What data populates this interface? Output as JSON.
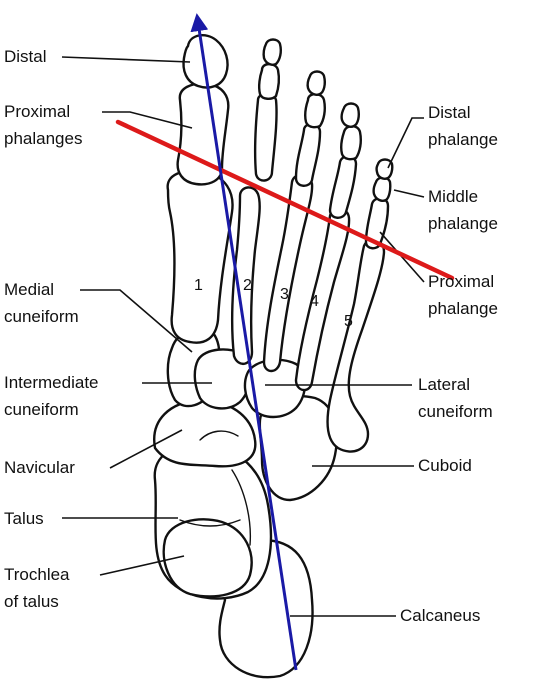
{
  "labels": {
    "distal": "Distal",
    "proximal_phalanges_1": "Proximal",
    "proximal_phalanges_2": "phalanges",
    "medial_cuneiform_1": "Medial",
    "medial_cuneiform_2": "cuneiform",
    "intermediate_cuneiform_1": "Intermediate",
    "intermediate_cuneiform_2": "cuneiform",
    "navicular": "Navicular",
    "talus": "Talus",
    "trochlea_of_talus_1": "Trochlea",
    "trochlea_of_talus_2": "of talus",
    "distal_phalange_1": "Distal",
    "distal_phalange_2": "phalange",
    "middle_phalange_1": "Middle",
    "middle_phalange_2": "phalange",
    "proximal_phalange_1": "Proximal",
    "proximal_phalange_2": "phalange",
    "lateral_cuneiform_1": "Lateral",
    "lateral_cuneiform_2": "cuneiform",
    "cuboid": "Cuboid",
    "calcaneus": "Calcaneus"
  },
  "metatarsal_numbers": [
    "1",
    "2",
    "3",
    "4",
    "5"
  ],
  "colors": {
    "long_axis_arrow": "#1a1aa6",
    "transverse_line": "#dd1a1a",
    "outline": "#111111"
  }
}
